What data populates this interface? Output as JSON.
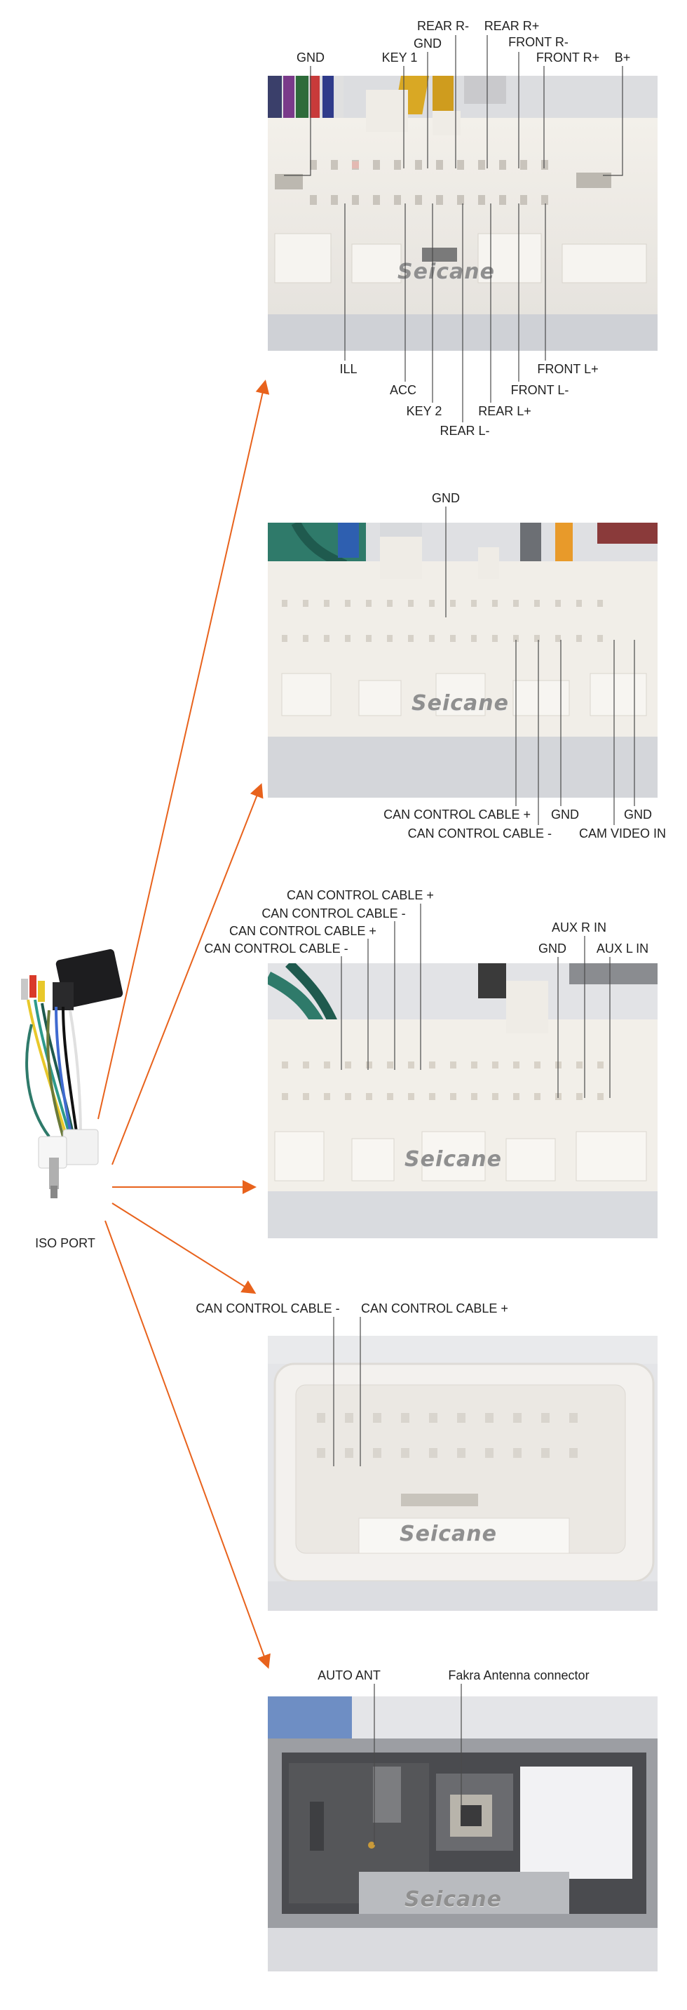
{
  "brand": "Seicane",
  "port_label": "ISO PORT",
  "accent_color": "#e8621c",
  "line_color": "#4a4a4a",
  "panels": [
    {
      "id": "panel-1",
      "labels_top": [
        "GND",
        "KEY 1",
        "GND",
        "REAR R-",
        "REAR R+",
        "FRONT R-",
        "FRONT R+",
        "B+"
      ],
      "labels_bottom": [
        "ILL",
        "ACC",
        "KEY 2",
        "REAR L-",
        "REAR L+",
        "FRONT L-",
        "FRONT L+"
      ]
    },
    {
      "id": "panel-2",
      "labels_top": [
        "GND"
      ],
      "labels_bottom": [
        "CAN CONTROL CABLE +",
        "CAN CONTROL CABLE -",
        "GND",
        "GND",
        "CAM VIDEO IN"
      ]
    },
    {
      "id": "panel-3",
      "labels_top": [
        "CAN CONTROL CABLE +",
        "CAN CONTROL CABLE -",
        "CAN CONTROL CABLE +",
        "CAN CONTROL CABLE -",
        "AUX R IN",
        "GND",
        "AUX L IN"
      ],
      "labels_bottom": []
    },
    {
      "id": "panel-4",
      "labels_top": [
        "CAN CONTROL CABLE -",
        "CAN CONTROL CABLE +"
      ],
      "labels_bottom": []
    },
    {
      "id": "panel-5",
      "labels_top": [
        "AUTO ANT",
        "Fakra Antenna connector"
      ],
      "labels_bottom": []
    }
  ]
}
